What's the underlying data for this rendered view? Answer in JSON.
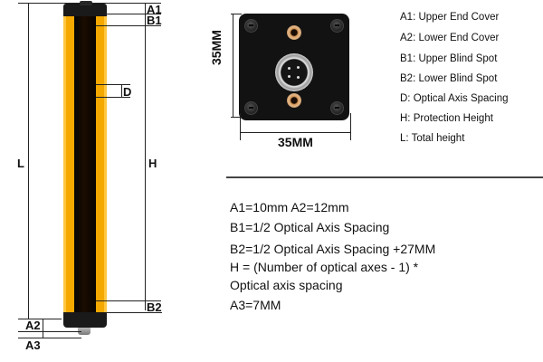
{
  "side_view": {
    "labels": {
      "a1": "A1",
      "b1": "B1",
      "d": "D",
      "l": "L",
      "h": "H",
      "b2": "B2",
      "a2": "A2",
      "a3": "A3"
    },
    "colors": {
      "housing_yellow": "#f5a800",
      "housing_black": "#1a1a1a"
    }
  },
  "end_view": {
    "height_label": "35MM",
    "width_label": "35MM"
  },
  "legend": [
    {
      "key": "A1",
      "text": "A1: Upper End Cover"
    },
    {
      "key": "A2",
      "text": "A2: Lower End Cover"
    },
    {
      "key": "B1",
      "text": "B1: Upper Blind Spot"
    },
    {
      "key": "B2",
      "text": "B2: Lower Blind Spot"
    },
    {
      "key": "D",
      "text": "D: Optical Axis Spacing"
    },
    {
      "key": "H",
      "text": "H: Protection Height"
    },
    {
      "key": "L",
      "text": "L: Total height"
    }
  ],
  "formulas": [
    "A1=10mm A2=12mm",
    "B1=1/2 Optical Axis Spacing",
    "B2=1/2 Optical Axis Spacing +27MM",
    "H = (Number of optical axes - 1) *",
    "Optical axis spacing",
    "A3=7MM"
  ]
}
